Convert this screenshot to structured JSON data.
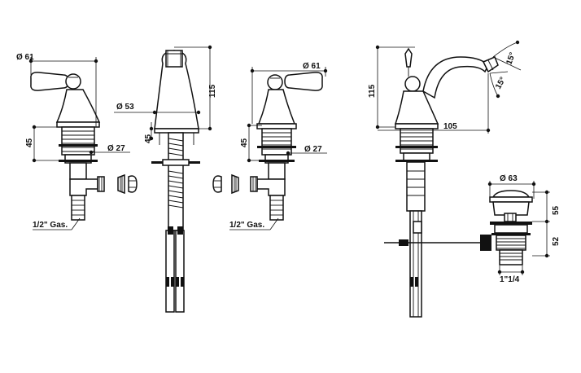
{
  "drawing": {
    "left_valve": {
      "dia_top": "Ø 61",
      "height": "45",
      "dia_base": "Ø 27",
      "thread": "1/2\" Gas."
    },
    "spout": {
      "dia": "Ø 53",
      "height": "115",
      "small": "45"
    },
    "right_valve": {
      "dia_top": "Ø 61",
      "height": "45",
      "dia_base": "Ø 27",
      "thread": "1/2\" Gas."
    },
    "bidet_mixer": {
      "height": "115",
      "length": "105",
      "angle_upper": "15°",
      "angle_lower": "15°"
    },
    "drain": {
      "dia": "Ø 63",
      "height_upper": "55",
      "height_lower": "52",
      "thread": "1\"1/4"
    }
  }
}
